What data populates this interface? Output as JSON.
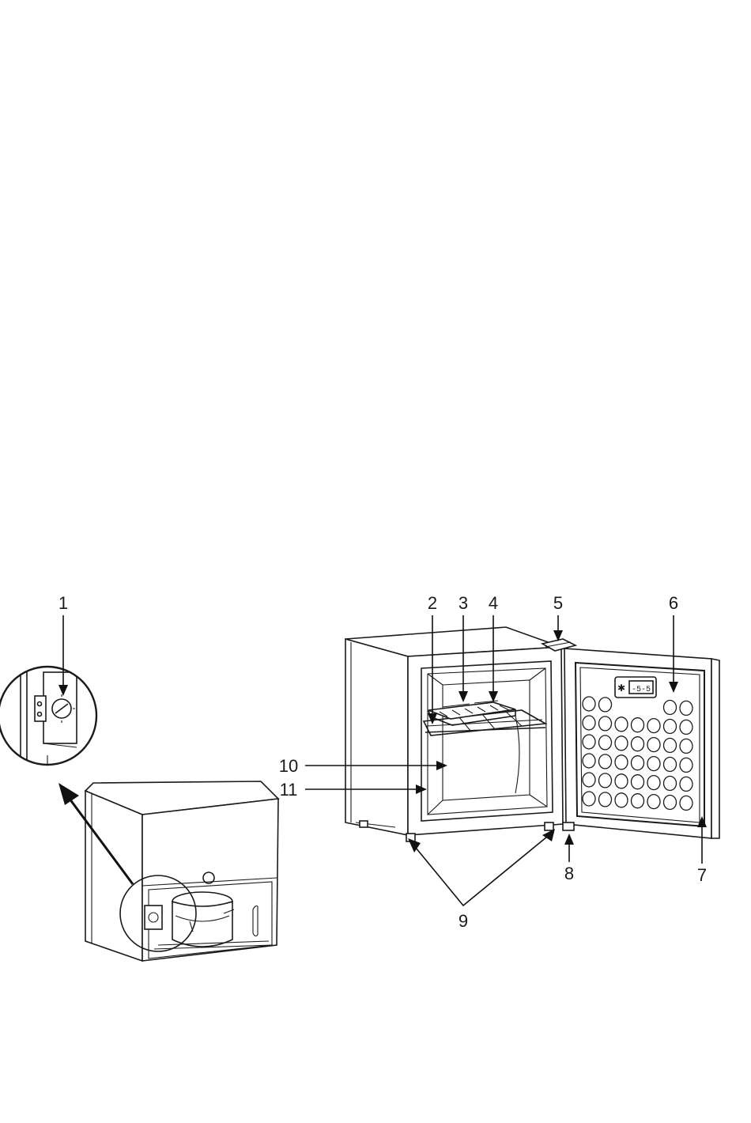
{
  "callouts": {
    "c1": "1",
    "c2": "2",
    "c3": "3",
    "c4": "4",
    "c5": "5",
    "c6": "6",
    "c7": "7",
    "c8": "8",
    "c9": "9",
    "c10": "10",
    "c11": "11"
  },
  "display_readout": "-5-5"
}
